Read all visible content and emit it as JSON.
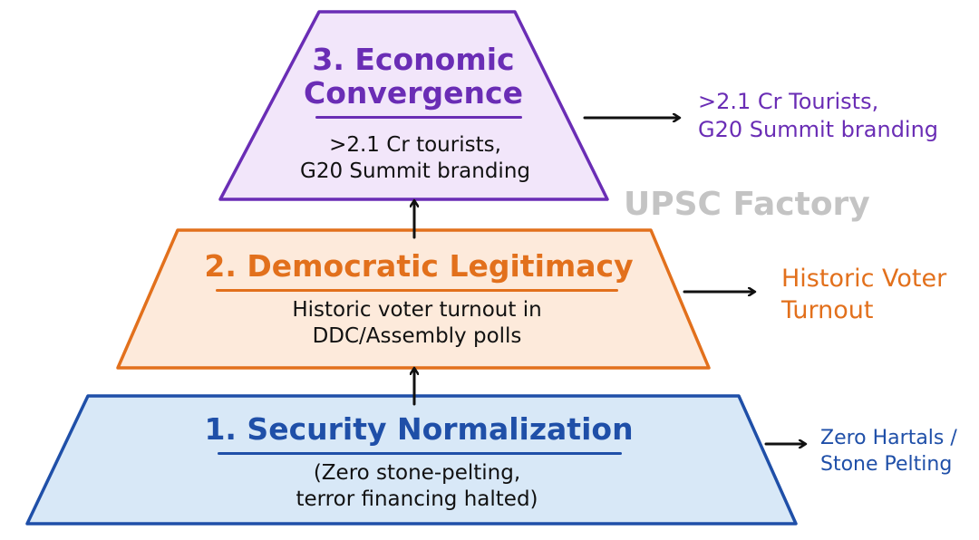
{
  "watermark": "UPSC Factory",
  "colors": {
    "tier1": "#1f4fa8",
    "tier1_fill": "#d8e8f7",
    "tier2": "#e2701c",
    "tier2_fill": "#fdeadb",
    "tier3": "#6a2db5",
    "tier3_fill": "#f2e6fa",
    "arrow": "#111111"
  },
  "tiers": [
    {
      "title": "1. Security Normalization",
      "detail_line1": "(Zero stone-pelting,",
      "detail_line2": "terror financing halted)",
      "outcome_line1": "Zero Hartals /",
      "outcome_line2": "Stone Pelting"
    },
    {
      "title": "2. Democratic Legitimacy",
      "detail_line1": "Historic voter turnout in",
      "detail_line2": "DDC/Assembly polls",
      "outcome_line1": "Historic Voter",
      "outcome_line2": "Turnout"
    },
    {
      "title_line1": "3. Economic",
      "title_line2": "Convergence",
      "detail_line1": ">2.1 Cr tourists,",
      "detail_line2": "G20 Summit branding",
      "outcome_line1": ">2.1 Cr Tourists,",
      "outcome_line2": "G20 Summit branding"
    }
  ]
}
